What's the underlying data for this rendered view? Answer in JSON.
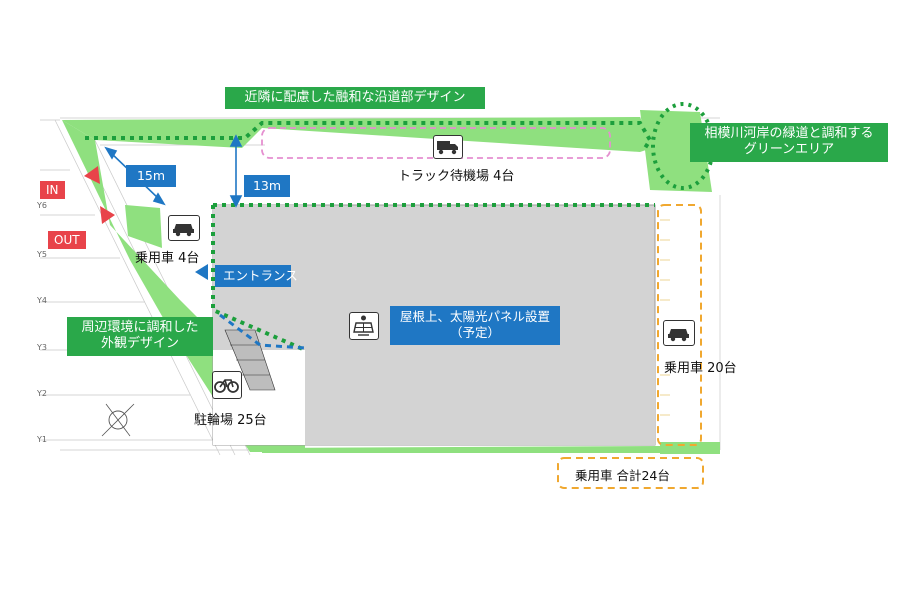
{
  "labels": {
    "roadside_design": "近隣に配慮した融和な沿道部デザイン",
    "riverside_green_1": "相模川河岸の緑道と調和する",
    "riverside_green_2": "グリーンエリア",
    "truck_waiting": "トラック待機場 4台",
    "car_4": "乗用車 4台",
    "entrance": "エントランス",
    "roof_solar_1": "屋根上、太陽光パネル設置",
    "roof_solar_2": "（予定）",
    "exterior_design_1": "周辺環境に調和した",
    "exterior_design_2": "外観デザイン",
    "bicycle_parking": "駐輪場 25台",
    "car_20": "乗用車 20台",
    "car_total": "乗用車 合計24台",
    "dist_15m": "15m",
    "dist_13m": "13m",
    "in": "IN",
    "out": "OUT"
  },
  "grid_labels": [
    "Y6",
    "Y5",
    "Y4",
    "Y3",
    "Y2",
    "Y1"
  ],
  "colors": {
    "green_area": "#8fe07f",
    "green_label": "#2aa84a",
    "blue_label": "#1f77c4",
    "red_label": "#e8434a",
    "building": "#d3d3d3",
    "orange_dash": "#f0a830",
    "pink_dash": "#e58fd0"
  },
  "icons": {
    "truck": "truck-icon",
    "car": "car-icon",
    "bicycle": "bicycle-icon",
    "solar_panel": "solar-panel-icon"
  }
}
